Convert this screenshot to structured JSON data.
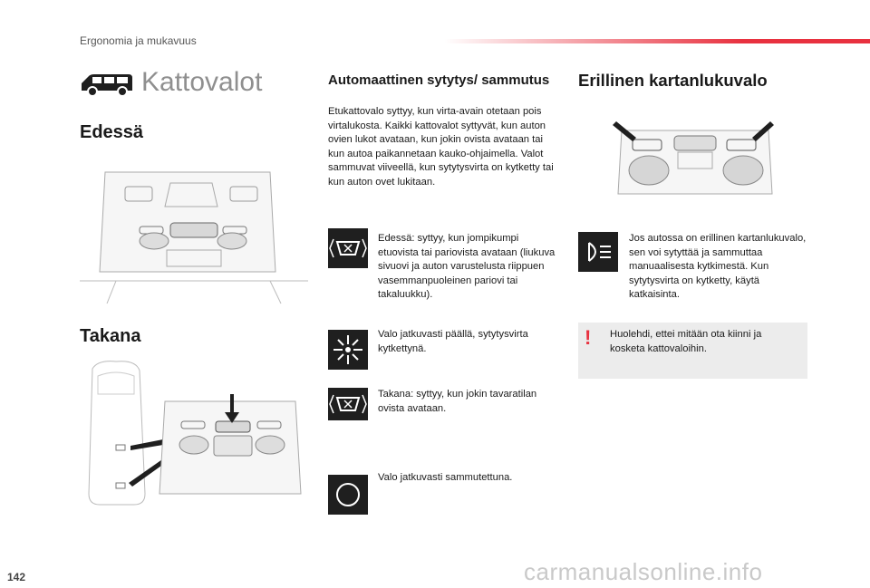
{
  "header": {
    "section": "Ergonomia ja mukavuus",
    "page_number": "142"
  },
  "title": "Kattovalot",
  "left": {
    "front_heading": "Edessä",
    "rear_heading": "Takana"
  },
  "middle": {
    "heading": "Automaattinen sytytys/ sammutus",
    "intro": "Etukattovalo syttyy, kun virta-avain otetaan pois virtalukosta. Kaikki kattovalot syttyvät, kun auton ovien lukot avataan, kun jokin ovista avataan tai kun autoa paikannetaan kauko-ohjaimella. Valot sammuvat viiveellä, kun sytytysvirta on kytketty tai kun auton ovet lukitaan.",
    "items": [
      {
        "icon": "door-light-icon",
        "text": "Edessä: syttyy, kun jompikumpi etuovista tai pariovista avataan (liukuva sivuovi ja auton varustelusta riippuen vasemmanpuoleinen pariovi tai takaluukku)."
      },
      {
        "icon": "light-on-icon",
        "text": "Valo jatkuvasti päällä, sytytysvirta kytkettynä."
      },
      {
        "icon": "door-light-icon",
        "text": "Takana: syttyy, kun jokin tavaratilan ovista avataan."
      },
      {
        "icon": "light-off-icon",
        "text": "Valo jatkuvasti sammutettuna."
      }
    ]
  },
  "right": {
    "heading": "Erillinen kartanlukuvalo",
    "item_icon": "reading-light-icon",
    "item_text": "Jos autossa on erillinen kartanlukuvalo, sen voi sytyttää ja sammuttaa manuaalisesta kytkimestä. Kun sytytysvirta on kytketty, käytä katkaisinta.",
    "warning": "Huolehdi, ettei mitään ota kiinni ja kosketa kattovaloihin.",
    "warning_mark": "!"
  },
  "watermark": "carmanualsonline.info",
  "colors": {
    "accent_red": "#e8313f",
    "icon_box": "#1f1f1f",
    "warning_bg": "#ececec",
    "title_gray": "#8f8f8f"
  }
}
